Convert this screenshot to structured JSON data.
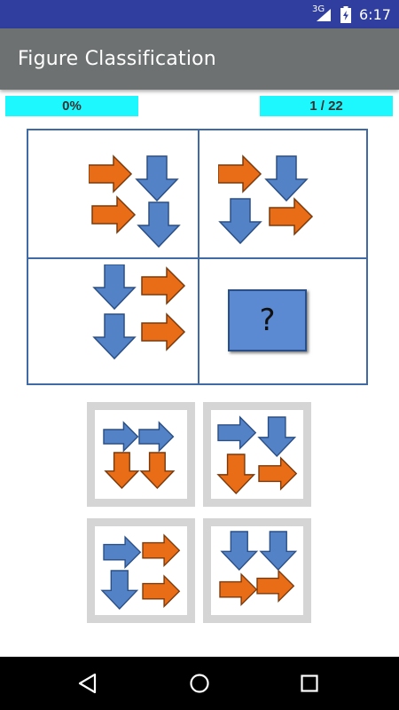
{
  "status_bar": {
    "network": "3G",
    "time": "6:17"
  },
  "app_bar": {
    "title": "Figure Classification"
  },
  "progress": {
    "label": "0%"
  },
  "counter": {
    "label": "1 / 22"
  },
  "question": {
    "label": "?"
  },
  "colors": {
    "arrow_blue": "#5383c6",
    "arrow_orange": "#e96c16",
    "grid_line": "#3f6aa5",
    "pill": "#1df8ff",
    "app_bar": "#6d7171",
    "status_bar": "#303f9f"
  },
  "icons": {
    "back": "back-triangle-icon",
    "home": "home-circle-icon",
    "recents": "recents-square-icon"
  }
}
